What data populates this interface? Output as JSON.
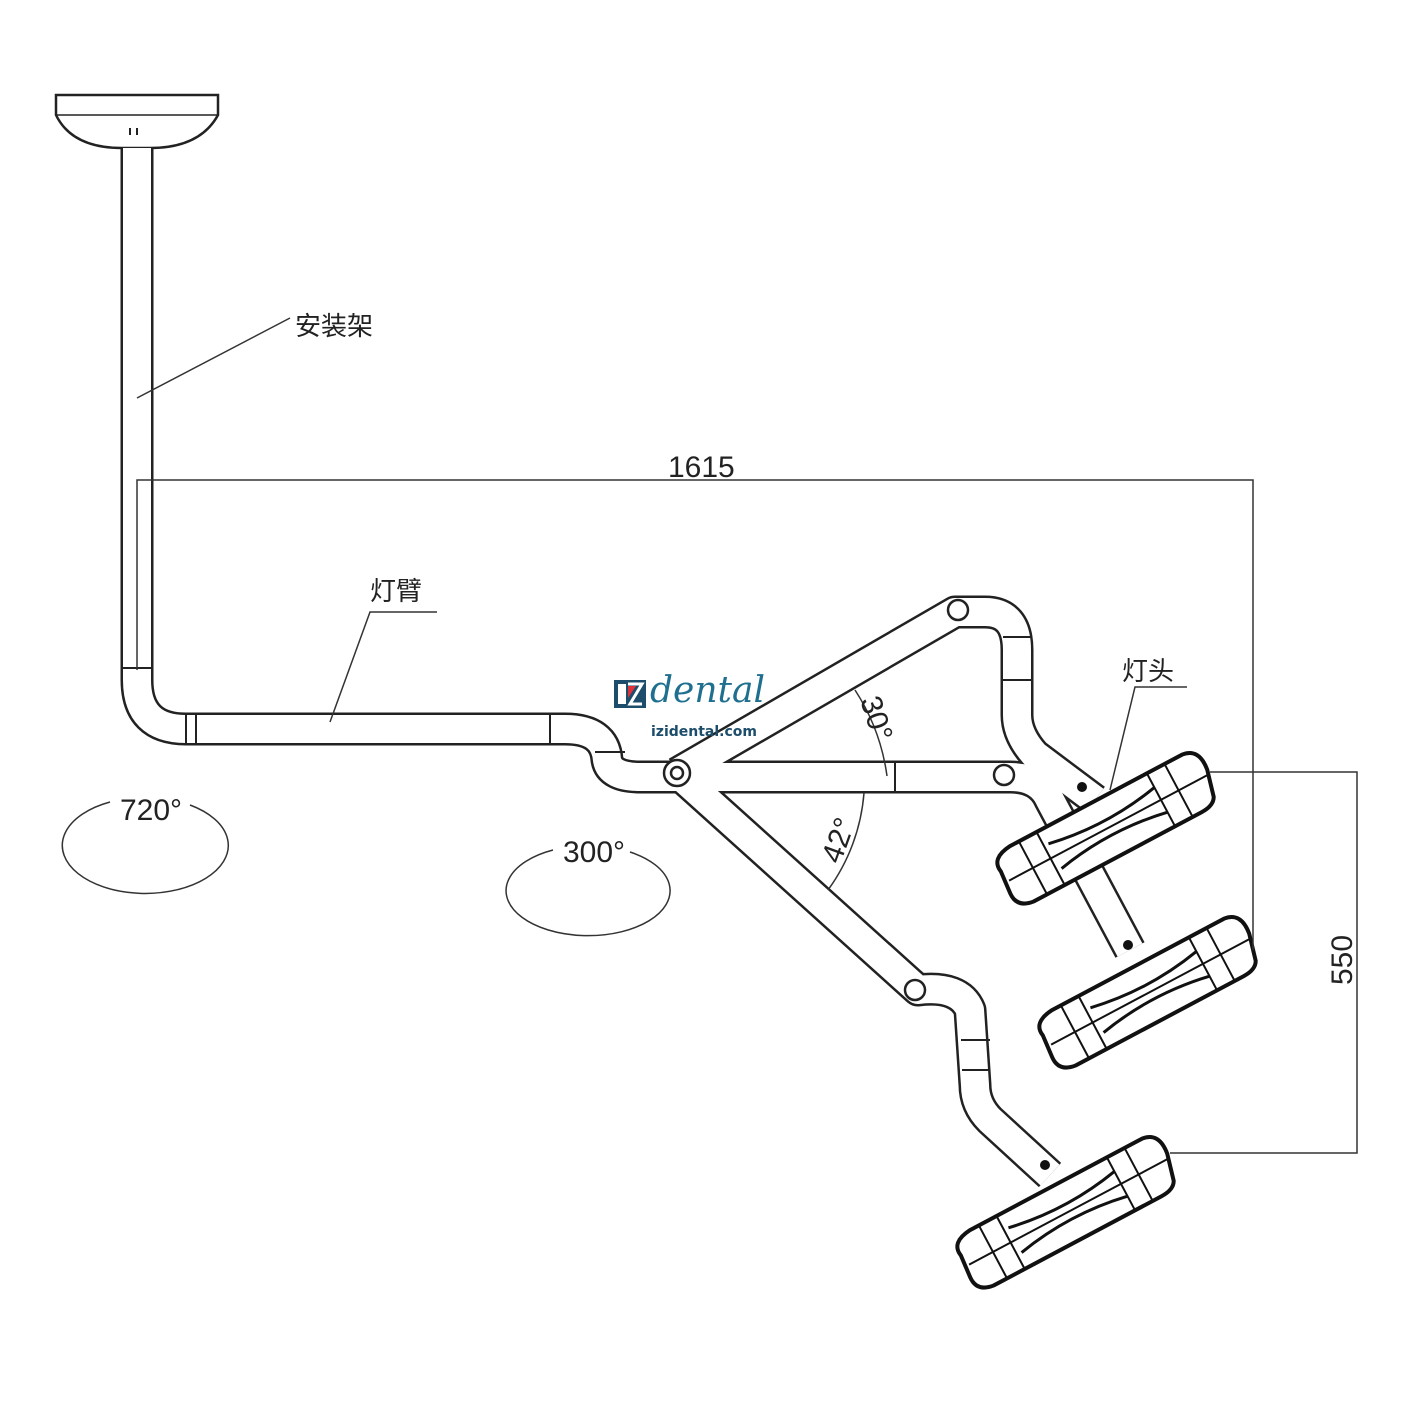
{
  "labels": {
    "mount": "安装架",
    "arm": "灯臂",
    "head": "灯头"
  },
  "dimensions": {
    "width": "1615",
    "height": "550"
  },
  "angles": {
    "base_rotation": "720°",
    "arm_rotation": "300°",
    "upper_angle": "30°",
    "lower_angle": "42°"
  },
  "logo": {
    "mark": "IZ",
    "name": "dental",
    "url": "izidental.com",
    "colors": {
      "teal": "#1f6f8f",
      "red": "#e0303a",
      "navy": "#1c4d6b"
    }
  }
}
